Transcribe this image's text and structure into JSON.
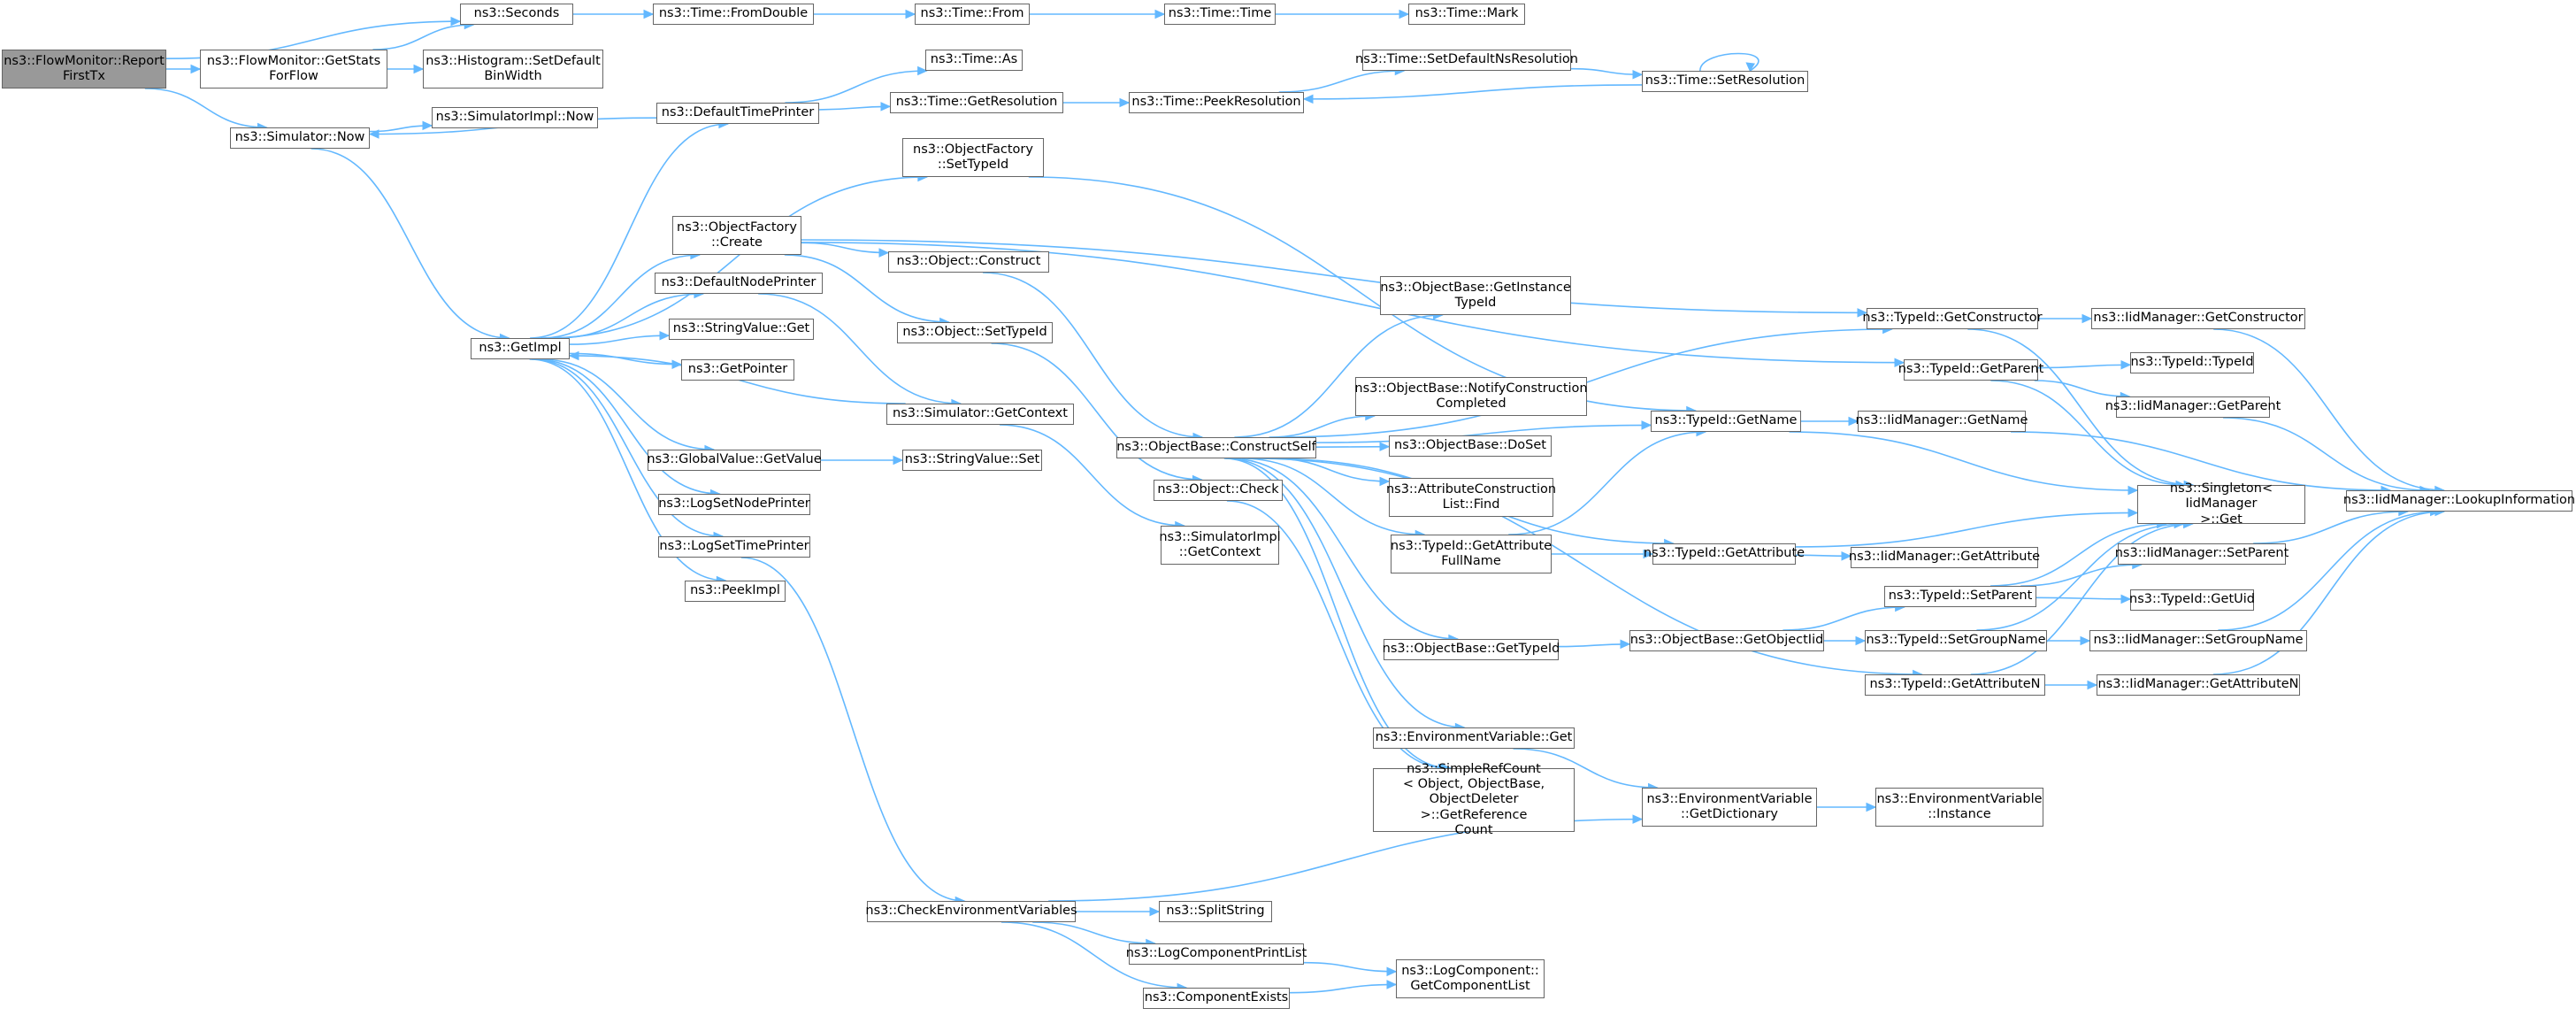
{
  "title": "",
  "colors": {
    "edge": "#63b8ff",
    "root_fill": "#999999",
    "node_border": "#666666"
  },
  "nodes": [
    {
      "id": "root",
      "label": "ns3::FlowMonitor::Report\nFirstTx",
      "root": true
    },
    {
      "id": "seconds",
      "label": "ns3::Seconds"
    },
    {
      "id": "getstats",
      "label": "ns3::FlowMonitor::GetStats\nForFlow"
    },
    {
      "id": "histo",
      "label": "ns3::Histogram::SetDefault\nBinWidth"
    },
    {
      "id": "simnow",
      "label": "ns3::Simulator::Now"
    },
    {
      "id": "simimplnow",
      "label": "ns3::SimulatorImpl::Now"
    },
    {
      "id": "fromdouble",
      "label": "ns3::Time::FromDouble"
    },
    {
      "id": "from",
      "label": "ns3::Time::From"
    },
    {
      "id": "time",
      "label": "ns3::Time::Time"
    },
    {
      "id": "mark",
      "label": "ns3::Time::Mark"
    },
    {
      "id": "as",
      "label": "ns3::Time::As"
    },
    {
      "id": "deftimeprinter",
      "label": "ns3::DefaultTimePrinter"
    },
    {
      "id": "getres",
      "label": "ns3::Time::GetResolution"
    },
    {
      "id": "peekres",
      "label": "ns3::Time::PeekResolution"
    },
    {
      "id": "setdefns",
      "label": "ns3::Time::SetDefaultNsResolution"
    },
    {
      "id": "setres",
      "label": "ns3::Time::SetResolution"
    },
    {
      "id": "ofsettypeid",
      "label": "ns3::ObjectFactory\n::SetTypeId"
    },
    {
      "id": "ofcreate",
      "label": "ns3::ObjectFactory\n::Create"
    },
    {
      "id": "objconstruct",
      "label": "ns3::Object::Construct"
    },
    {
      "id": "defnodeprinter",
      "label": "ns3::DefaultNodePrinter"
    },
    {
      "id": "getimpl",
      "label": "ns3::GetImpl"
    },
    {
      "id": "strget",
      "label": "ns3::StringValue::Get"
    },
    {
      "id": "objsettypeid",
      "label": "ns3::Object::SetTypeId"
    },
    {
      "id": "getpointer",
      "label": "ns3::GetPointer"
    },
    {
      "id": "simgetcontext",
      "label": "ns3::Simulator::GetContext"
    },
    {
      "id": "gvgetvalue",
      "label": "ns3::GlobalValue::GetValue"
    },
    {
      "id": "strset",
      "label": "ns3::StringValue::Set"
    },
    {
      "id": "logsetnode",
      "label": "ns3::LogSetNodePrinter"
    },
    {
      "id": "logsettime",
      "label": "ns3::LogSetTimePrinter"
    },
    {
      "id": "peekimpl",
      "label": "ns3::PeekImpl"
    },
    {
      "id": "objcheck",
      "label": "ns3::Object::Check"
    },
    {
      "id": "simimplctx",
      "label": "ns3::SimulatorImpl\n::GetContext"
    },
    {
      "id": "constructself",
      "label": "ns3::ObjectBase::ConstructSelf"
    },
    {
      "id": "getinstance",
      "label": "ns3::ObjectBase::GetInstance\nTypeId"
    },
    {
      "id": "notify",
      "label": "ns3::ObjectBase::NotifyConstruction\nCompleted"
    },
    {
      "id": "doset",
      "label": "ns3::ObjectBase::DoSet"
    },
    {
      "id": "acfind",
      "label": "ns3::AttributeConstruction\nList::Find"
    },
    {
      "id": "getattrfull",
      "label": "ns3::TypeId::GetAttribute\nFullName"
    },
    {
      "id": "obgettypeid",
      "label": "ns3::ObjectBase::GetTypeId"
    },
    {
      "id": "envget",
      "label": "ns3::EnvironmentVariable::Get"
    },
    {
      "id": "simplerefcount",
      "label": "ns3::SimpleRefCount\n< Object, ObjectBase,\n ObjectDeleter >::GetReference\nCount"
    },
    {
      "id": "getconstructor",
      "label": "ns3::TypeId::GetConstructor"
    },
    {
      "id": "iidgetconstructor",
      "label": "ns3::IidManager::GetConstructor"
    },
    {
      "id": "getparent",
      "label": "ns3::TypeId::GetParent"
    },
    {
      "id": "typeidtypeid",
      "label": "ns3::TypeId::TypeId"
    },
    {
      "id": "iidgetparent",
      "label": "ns3::IidManager::GetParent"
    },
    {
      "id": "getname",
      "label": "ns3::TypeId::GetName"
    },
    {
      "id": "iidgetname",
      "label": "ns3::IidManager::GetName"
    },
    {
      "id": "singleton",
      "label": "ns3::Singleton< IidManager\n >::Get"
    },
    {
      "id": "lookup",
      "label": "ns3::IidManager::LookupInformation"
    },
    {
      "id": "getattribute",
      "label": "ns3::TypeId::GetAttribute"
    },
    {
      "id": "iidgetattribute",
      "label": "ns3::IidManager::GetAttribute"
    },
    {
      "id": "iidsetparent",
      "label": "ns3::IidManager::SetParent"
    },
    {
      "id": "setparent",
      "label": "ns3::TypeId::SetParent"
    },
    {
      "id": "getuid",
      "label": "ns3::TypeId::GetUid"
    },
    {
      "id": "getobjectiid",
      "label": "ns3::ObjectBase::GetObjectIid"
    },
    {
      "id": "setgroupname",
      "label": "ns3::TypeId::SetGroupName"
    },
    {
      "id": "iidsetgroupname",
      "label": "ns3::IidManager::SetGroupName"
    },
    {
      "id": "getattributen",
      "label": "ns3::TypeId::GetAttributeN"
    },
    {
      "id": "iidgetattributen",
      "label": "ns3::IidManager::GetAttributeN"
    },
    {
      "id": "envgetdict",
      "label": "ns3::EnvironmentVariable\n::GetDictionary"
    },
    {
      "id": "envinstance",
      "label": "ns3::EnvironmentVariable\n::Instance"
    },
    {
      "id": "checkenv",
      "label": "ns3::CheckEnvironmentVariables"
    },
    {
      "id": "splitstring",
      "label": "ns3::SplitString"
    },
    {
      "id": "logcompprint",
      "label": "ns3::LogComponentPrintList"
    },
    {
      "id": "compexists",
      "label": "ns3::ComponentExists"
    },
    {
      "id": "logcompget",
      "label": "ns3::LogComponent::\nGetComponentList"
    }
  ],
  "edges": [
    [
      "root",
      "seconds"
    ],
    [
      "root",
      "getstats"
    ],
    [
      "root",
      "simnow"
    ],
    [
      "getstats",
      "seconds"
    ],
    [
      "getstats",
      "histo"
    ],
    [
      "seconds",
      "fromdouble"
    ],
    [
      "fromdouble",
      "from"
    ],
    [
      "from",
      "time"
    ],
    [
      "time",
      "mark"
    ],
    [
      "simnow",
      "simimplnow"
    ],
    [
      "simnow",
      "getimpl"
    ],
    [
      "deftimeprinter",
      "simnow"
    ],
    [
      "deftimeprinter",
      "as"
    ],
    [
      "deftimeprinter",
      "getres"
    ],
    [
      "getres",
      "peekres"
    ],
    [
      "peekres",
      "setdefns"
    ],
    [
      "setdefns",
      "setres"
    ],
    [
      "setres",
      "peekres"
    ],
    [
      "setres",
      "setres"
    ],
    [
      "getimpl",
      "deftimeprinter"
    ],
    [
      "getimpl",
      "ofsettypeid"
    ],
    [
      "getimpl",
      "ofcreate"
    ],
    [
      "getimpl",
      "defnodeprinter"
    ],
    [
      "getimpl",
      "strget"
    ],
    [
      "getimpl",
      "getpointer"
    ],
    [
      "getimpl",
      "gvgetvalue"
    ],
    [
      "getimpl",
      "logsetnode"
    ],
    [
      "getimpl",
      "logsettime"
    ],
    [
      "getimpl",
      "peekimpl"
    ],
    [
      "simgetcontext",
      "getimpl"
    ],
    [
      "defnodeprinter",
      "simgetcontext"
    ],
    [
      "simgetcontext",
      "simimplctx"
    ],
    [
      "ofsettypeid",
      "getname"
    ],
    [
      "ofcreate",
      "objconstruct"
    ],
    [
      "ofcreate",
      "objsettypeid"
    ],
    [
      "ofcreate",
      "getconstructor"
    ],
    [
      "ofcreate",
      "getparent"
    ],
    [
      "objconstruct",
      "constructself"
    ],
    [
      "objsettypeid",
      "objcheck"
    ],
    [
      "objcheck",
      "simplerefcount"
    ],
    [
      "gvgetvalue",
      "strset"
    ],
    [
      "logsettime",
      "checkenv"
    ],
    [
      "constructself",
      "getinstance"
    ],
    [
      "constructself",
      "notify"
    ],
    [
      "constructself",
      "doset"
    ],
    [
      "constructself",
      "acfind"
    ],
    [
      "constructself",
      "getattrfull"
    ],
    [
      "constructself",
      "obgettypeid"
    ],
    [
      "constructself",
      "envget"
    ],
    [
      "constructself",
      "simplerefcount"
    ],
    [
      "constructself",
      "getname"
    ],
    [
      "constructself",
      "getconstructor"
    ],
    [
      "constructself",
      "getattribute"
    ],
    [
      "constructself",
      "getattributen"
    ],
    [
      "getattrfull",
      "getname"
    ],
    [
      "getattrfull",
      "getattribute"
    ],
    [
      "obgettypeid",
      "getobjectiid"
    ],
    [
      "getobjectiid",
      "setparent"
    ],
    [
      "getobjectiid",
      "setgroupname"
    ],
    [
      "envget",
      "envgetdict"
    ],
    [
      "envgetdict",
      "envinstance"
    ],
    [
      "getconstructor",
      "iidgetconstructor"
    ],
    [
      "getconstructor",
      "singleton"
    ],
    [
      "getparent",
      "typeidtypeid"
    ],
    [
      "getparent",
      "iidgetparent"
    ],
    [
      "getparent",
      "singleton"
    ],
    [
      "getname",
      "iidgetname"
    ],
    [
      "getname",
      "singleton"
    ],
    [
      "getattribute",
      "iidgetattribute"
    ],
    [
      "getattribute",
      "singleton"
    ],
    [
      "setparent",
      "iidsetparent"
    ],
    [
      "setparent",
      "getuid"
    ],
    [
      "setparent",
      "singleton"
    ],
    [
      "setgroupname",
      "iidsetgroupname"
    ],
    [
      "setgroupname",
      "singleton"
    ],
    [
      "getattributen",
      "iidgetattributen"
    ],
    [
      "getattributen",
      "singleton"
    ],
    [
      "iidgetconstructor",
      "lookup"
    ],
    [
      "iidgetparent",
      "lookup"
    ],
    [
      "iidgetname",
      "lookup"
    ],
    [
      "iidsetparent",
      "lookup"
    ],
    [
      "iidsetgroupname",
      "lookup"
    ],
    [
      "iidgetattributen",
      "lookup"
    ],
    [
      "checkenv",
      "envgetdict"
    ],
    [
      "checkenv",
      "splitstring"
    ],
    [
      "checkenv",
      "logcompprint"
    ],
    [
      "checkenv",
      "compexists"
    ],
    [
      "logcompprint",
      "logcompget"
    ],
    [
      "compexists",
      "logcompget"
    ]
  ]
}
